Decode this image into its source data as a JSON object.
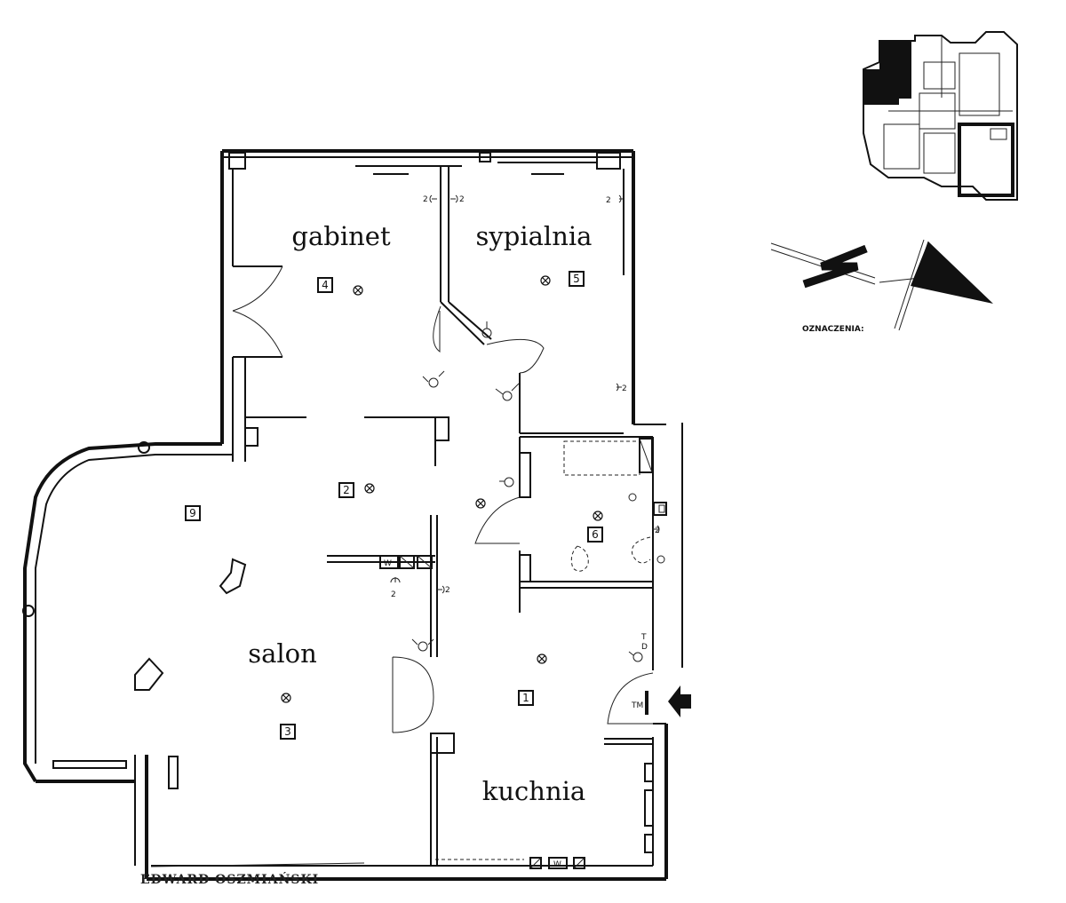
{
  "rooms": [
    {
      "id": "gabinet",
      "label": "gabinet",
      "number": "4"
    },
    {
      "id": "sypialnia",
      "label": "sypialnia",
      "number": "5"
    },
    {
      "id": "hall",
      "label": "",
      "number": "2"
    },
    {
      "id": "living-area",
      "label": "",
      "number": "9"
    },
    {
      "id": "salon",
      "label": "salon",
      "number": "3"
    },
    {
      "id": "entrance",
      "label": "",
      "number": "1"
    },
    {
      "id": "bathroom",
      "label": "",
      "number": "6"
    },
    {
      "id": "kuchnia",
      "label": "kuchnia",
      "number": ""
    }
  ],
  "annotations": {
    "legend_label": "OZNACZENIA:",
    "author": "EDWARD OSZMIAŃSKI",
    "meter_label": "TM",
    "outlet_marks": [
      "2",
      "2",
      "2",
      "2",
      "2",
      "2",
      "2"
    ],
    "switch_marks": [
      "T",
      "D"
    ],
    "wc_mark": "W"
  },
  "icons": {
    "north": "north-arrow-icon",
    "entry": "entry-arrow-icon",
    "locator": "building-locator-icon"
  },
  "colors": {
    "ink": "#111111",
    "background": "#ffffff"
  }
}
